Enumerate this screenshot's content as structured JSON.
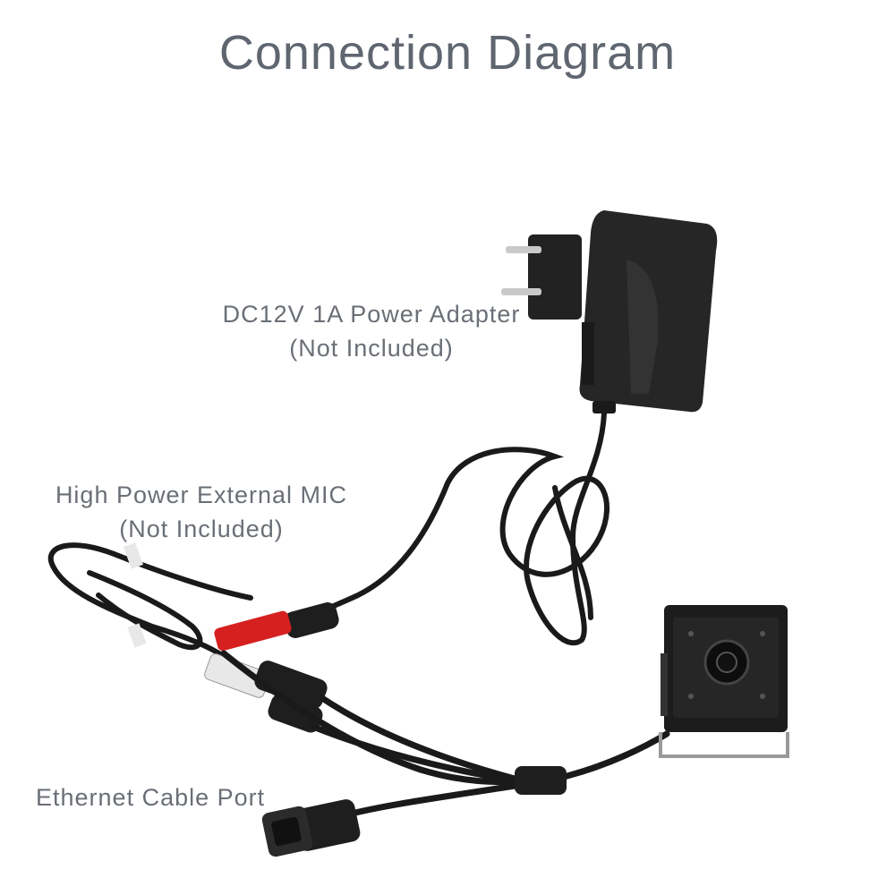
{
  "title": "Connection Diagram",
  "labels": {
    "adapter": {
      "line1": "DC12V 1A Power Adapter",
      "line2": "(Not Included)"
    },
    "mic": {
      "line1": "High Power External MIC",
      "line2": "(Not Included)"
    },
    "ethernet": {
      "line1": "Ethernet Cable Port"
    }
  },
  "colors": {
    "text": "#6a6f76",
    "cable": "#1a1a1a",
    "rca_red": "#d62020",
    "rca_white": "#e8e8e8",
    "device": "#2a2a2a"
  }
}
